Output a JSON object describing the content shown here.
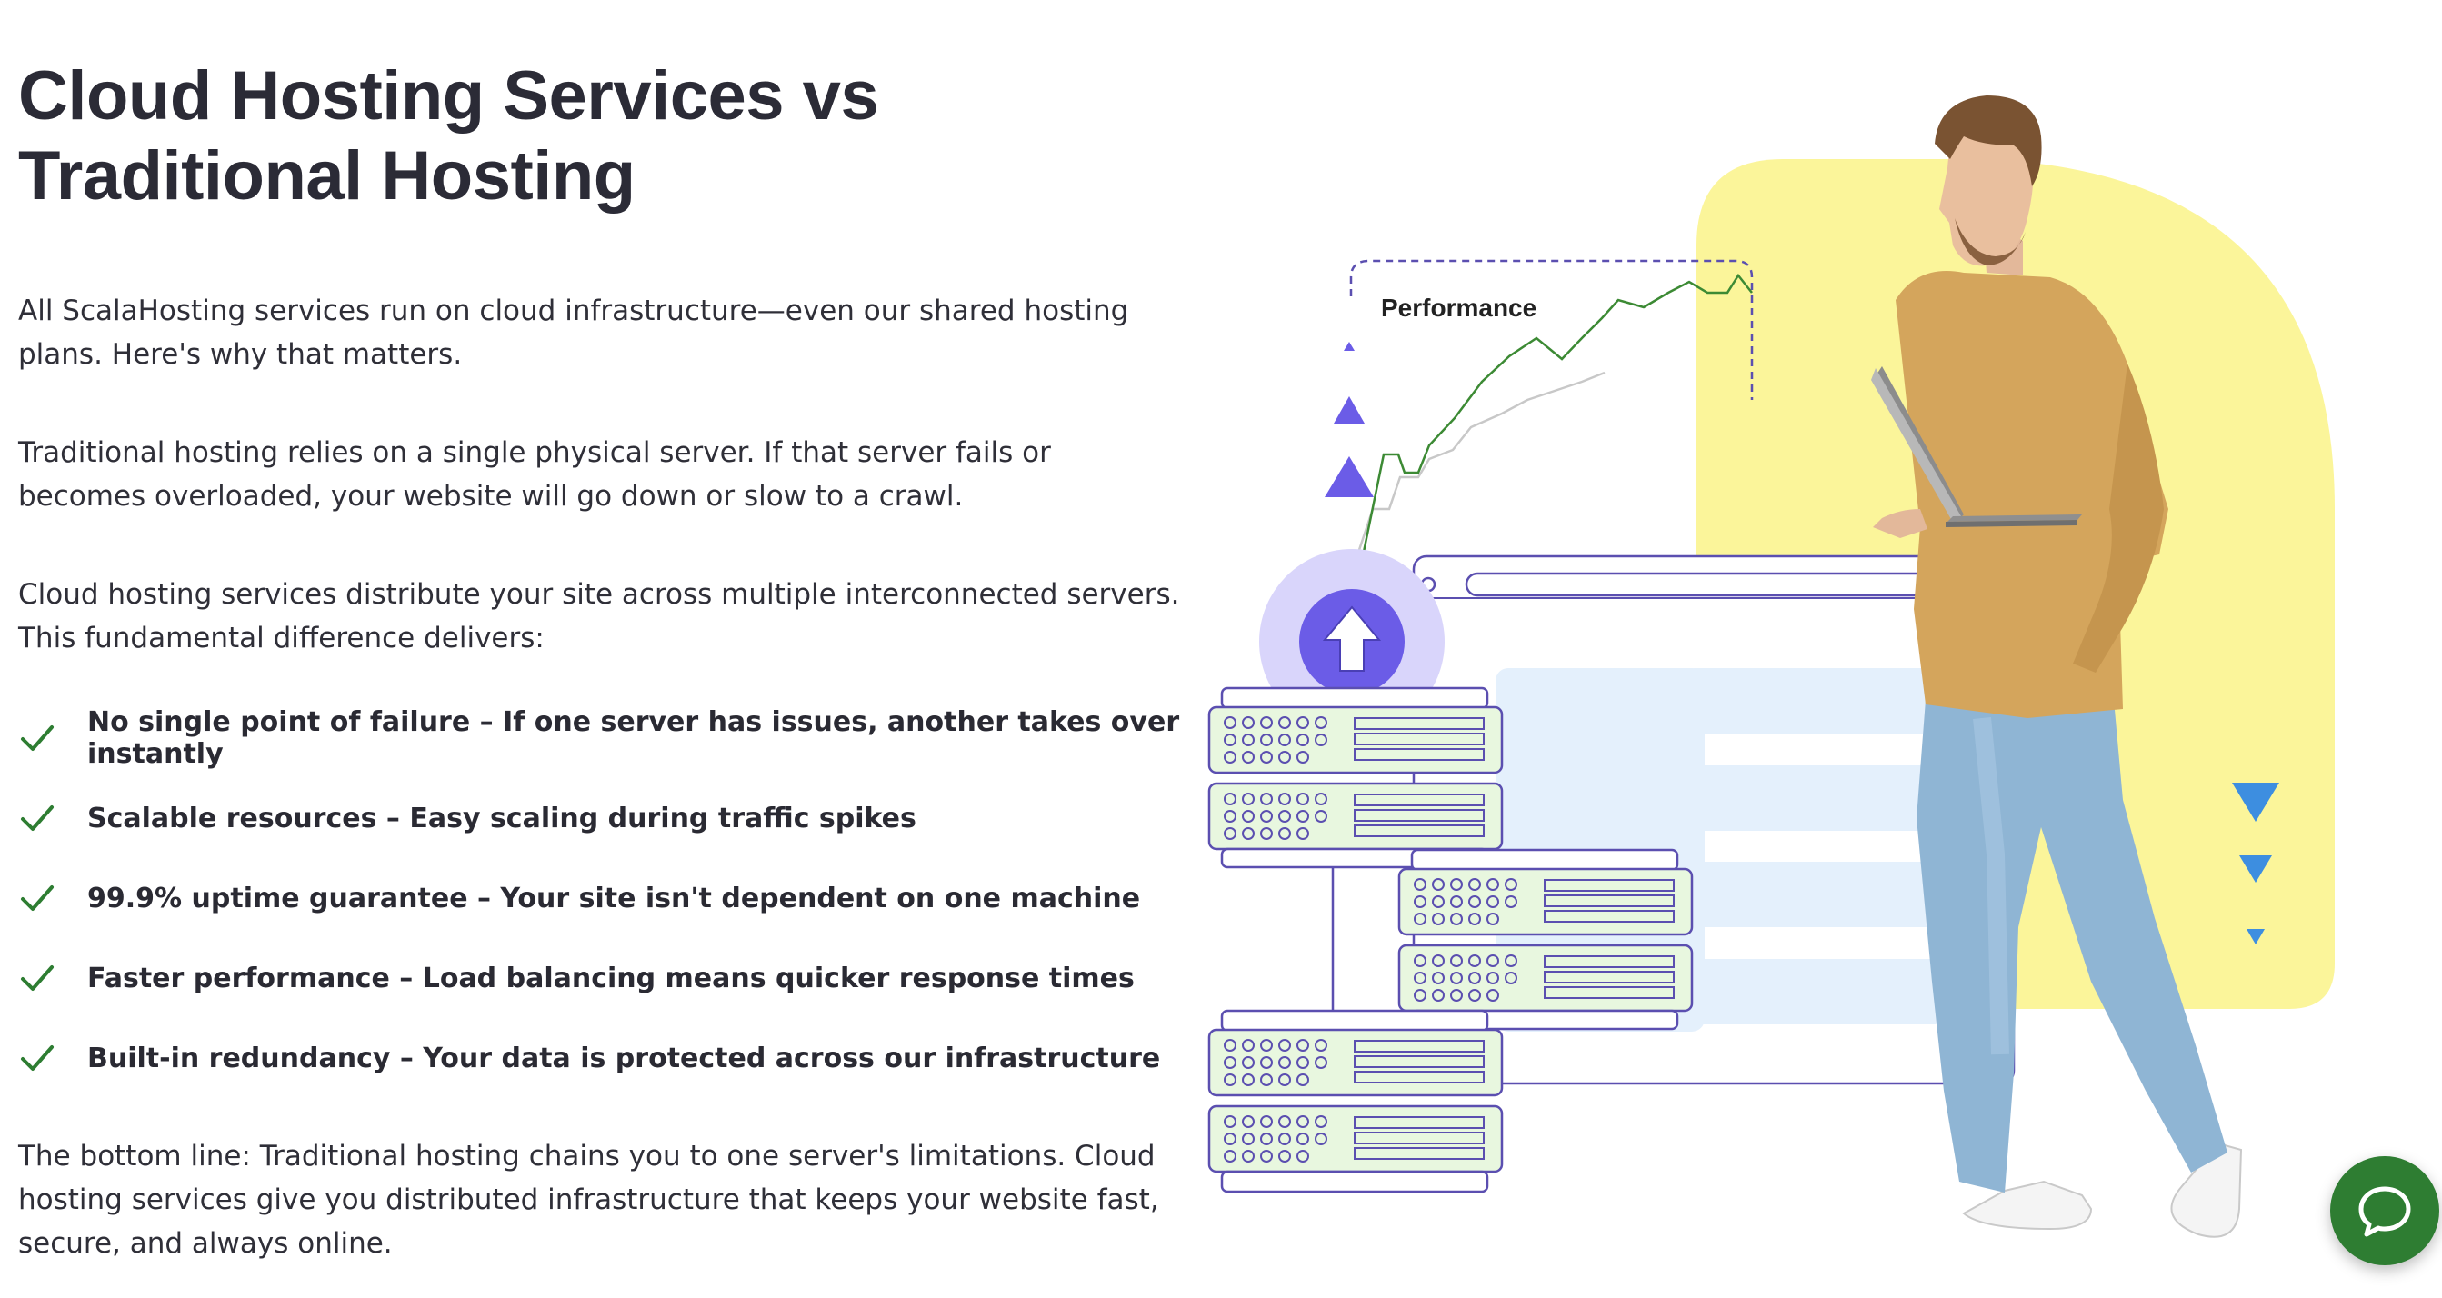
{
  "heading": "Cloud Hosting Services vs Traditional Hosting",
  "paragraphs": [
    "All ScalaHosting services run on cloud infrastructure—even our shared hosting plans. Here's why that matters.",
    "Traditional hosting relies on a single physical server. If that server fails or becomes overloaded, your website will go down or slow to a crawl.",
    "Cloud hosting services distribute your site across multiple interconnected servers. This fundamental difference delivers:"
  ],
  "benefits": [
    "No single point of failure – If one server has issues, another takes over instantly",
    "Scalable resources – Easy scaling during traffic spikes",
    "99.9% uptime guarantee – Your site isn't dependent on one machine",
    "Faster performance – Load balancing means quicker response times",
    "Built-in redundancy – Your data is protected across our infrastructure"
  ],
  "conclusion": "The bottom line: Traditional hosting chains you to one server's limitations. Cloud hosting services give you distributed infrastructure that keeps your website fast, secure, and always online.",
  "illustration": {
    "performance_label": "Performance",
    "upload_icon": "upload-arrow-icon",
    "servers_icon": "server-rack-icon"
  },
  "chat_widget": {
    "icon": "chat-bubble-icon"
  },
  "colors": {
    "heading": "#2b2b36",
    "check": "#2e7d32",
    "accent_purple": "#6b5ce7",
    "yellow_blob": "#fbf59a",
    "server_fill": "#e8f7df",
    "chat_button": "#2e7d32",
    "triangle_blue": "#3d8ee0"
  }
}
